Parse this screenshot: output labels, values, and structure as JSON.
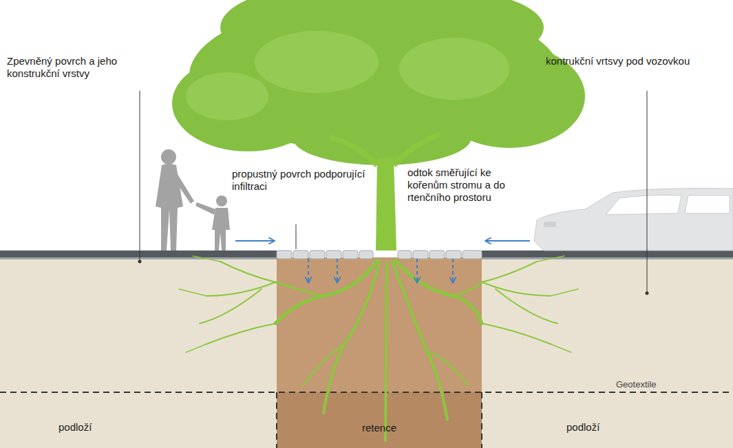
{
  "diagram": {
    "nodes": [
      {
        "text": [
          "retence"
        ]
      }
    ],
    "labels": [
      "Zpevněný povrch a jeho konstrukční vrstvy",
      "kontrukční vrtsvy pod vozovkou",
      "propustný povrch podporující infiltraci",
      "odtok směřující ke kořenům stromu a do rtenčního prostoru",
      "Geotextile",
      "podloží",
      "podloží"
    ]
  }
}
